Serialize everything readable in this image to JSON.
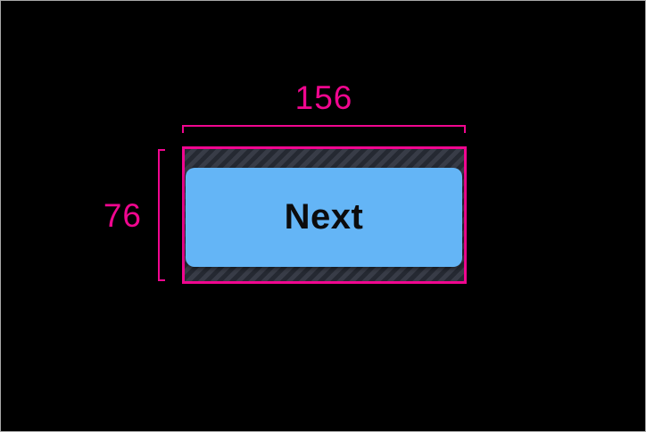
{
  "measurements": {
    "width_label": "156",
    "height_label": "76"
  },
  "button": {
    "label": "Next"
  },
  "colors": {
    "annotation_pink": "#f0068f",
    "button_blue": "#64b5f6",
    "button_text": "#0c0c0d",
    "hatch_background": "#383c47",
    "hatch_stripe": "#252932",
    "canvas_background": "#000000",
    "frame_border": "#a8a8a8"
  }
}
